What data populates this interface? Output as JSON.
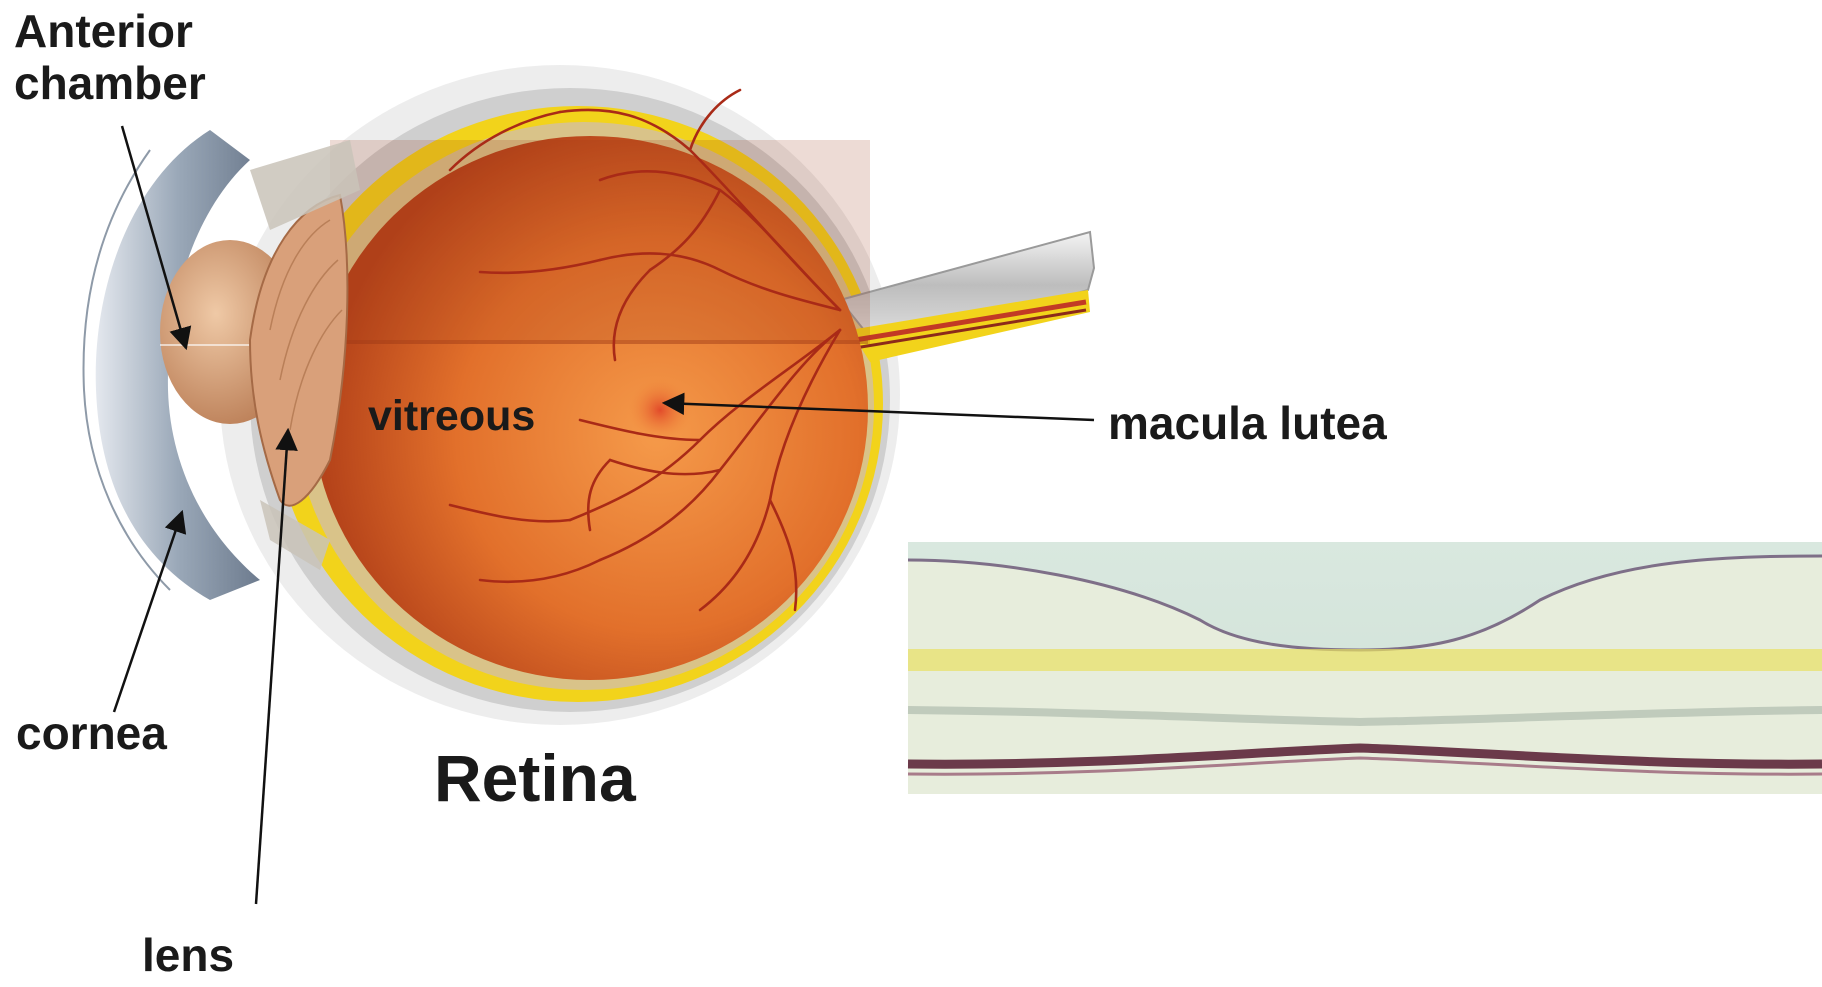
{
  "labels": {
    "anterior_chamber_line1": "Anterior",
    "anterior_chamber_line2": "chamber",
    "cornea": "cornea",
    "lens": "lens",
    "vitreous": "vitreous",
    "macula_lutea": "macula lutea"
  },
  "title": "Retina",
  "colors": {
    "label_text": "#1a1a1a",
    "arrow": "#111111",
    "vitreous_dark": "#b5431a",
    "vitreous_light": "#f08a3a",
    "sclera": "#d9d9d9",
    "choroid_yellow": "#f2d31b",
    "iris_blue_grey": "#9aa8b8",
    "lens_tan": "#d9a07a",
    "histology_bg": "#d7e6dd",
    "histology_pigment": "#6b3a4a"
  }
}
